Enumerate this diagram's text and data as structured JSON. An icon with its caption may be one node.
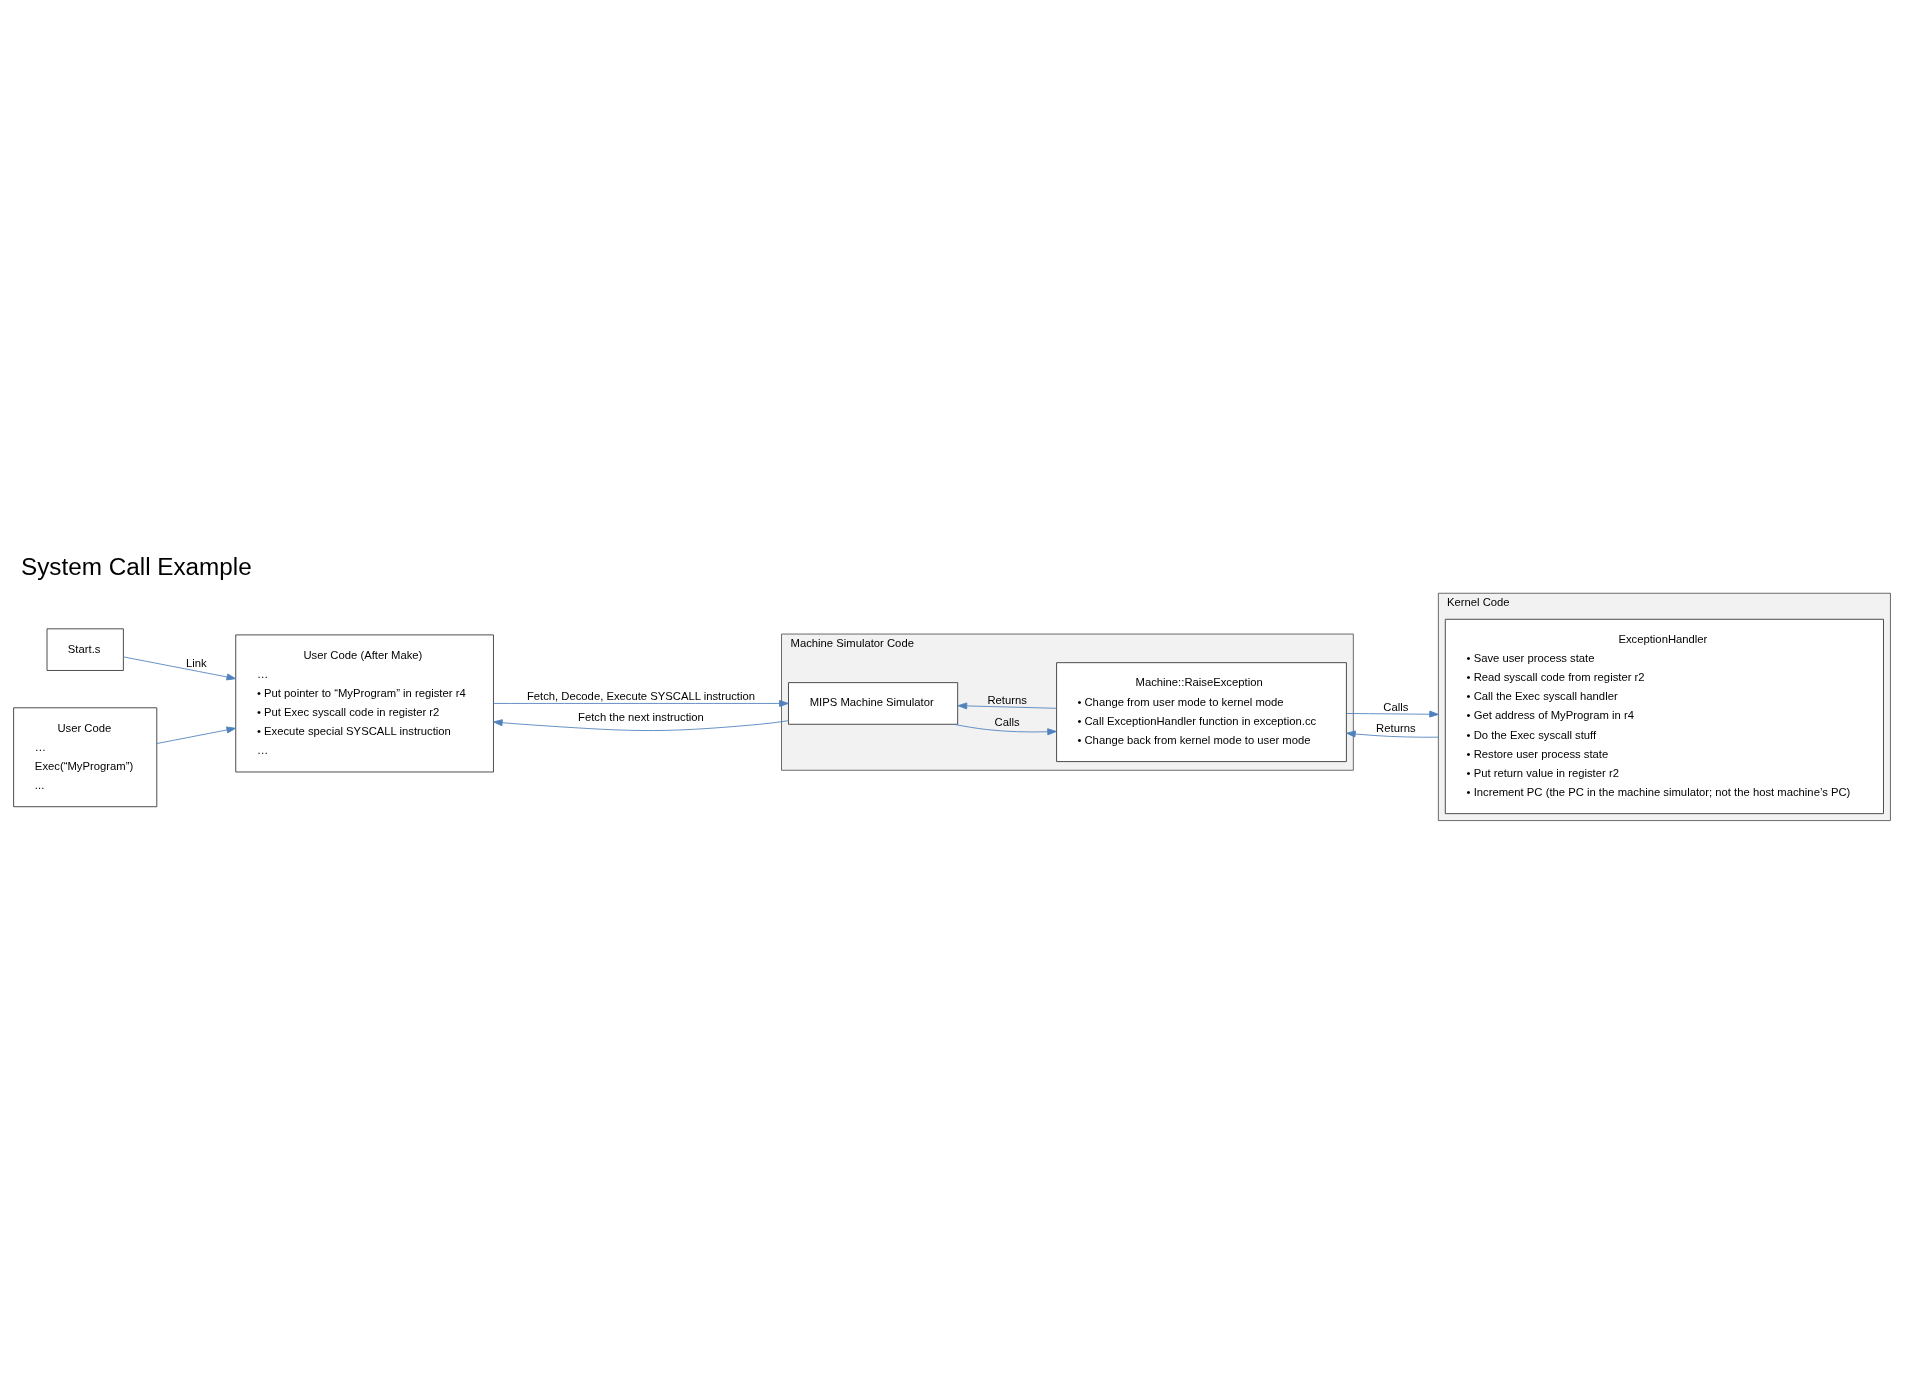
{
  "diagram": {
    "title": "System Call Example",
    "nodes": [
      {
        "text": [
          "Start.s"
        ]
      },
      {
        "text": [
          "User Code",
          "…",
          "Exec(“MyProgram”)",
          "..."
        ]
      },
      {
        "text": [
          "User Code (After Make)",
          "…",
          "• Put pointer to “MyProgram” in register r4",
          "• Put Exec syscall code in register r2",
          "• Execute special SYSCALL instruction",
          "…"
        ]
      },
      {
        "text": [
          "Machine Simulator Code"
        ]
      },
      {
        "text": [
          "MIPS Machine Simulator"
        ],
        "in": 3
      },
      {
        "text": [
          "Machine::RaiseException",
          "• Change from user mode to kernel mode",
          "• Call ExceptionHandler function in exception.cc",
          "• Change back from kernel mode to user mode"
        ],
        "in": 3
      },
      {
        "text": [
          "Kernel Code"
        ]
      },
      {
        "text": [
          "ExceptionHandler",
          "• Save user process state",
          "• Read syscall code from register r2",
          "• Call the Exec syscall handler",
          "• Get address of MyProgram in r4",
          "• Do the Exec syscall stuff",
          "• Restore user process state",
          "• Put return value in register r2",
          "• Increment PC (the PC in the machine simulator; not the host machine’s PC)"
        ],
        "in": 6
      }
    ],
    "edges": [
      {
        "from": 0,
        "to": 2,
        "arrow": "to",
        "label": "Link"
      },
      {
        "from": 1,
        "to": 2,
        "arrow": "to"
      },
      {
        "from": 2,
        "to": 4,
        "arrow": "to",
        "label": "Fetch, Decode, Execute SYSCALL instruction"
      },
      {
        "from": 4,
        "to": 2,
        "arrow": "to",
        "label": "Fetch the next instruction"
      },
      {
        "from": 4,
        "to": 5,
        "arrow": "to",
        "label": "Calls"
      },
      {
        "from": 5,
        "to": 4,
        "arrow": "to",
        "label": "Returns"
      },
      {
        "from": 5,
        "to": 6,
        "arrow": "to",
        "label": "Calls"
      },
      {
        "from": 6,
        "to": 5,
        "arrow": "to",
        "label": "Returns"
      }
    ]
  }
}
